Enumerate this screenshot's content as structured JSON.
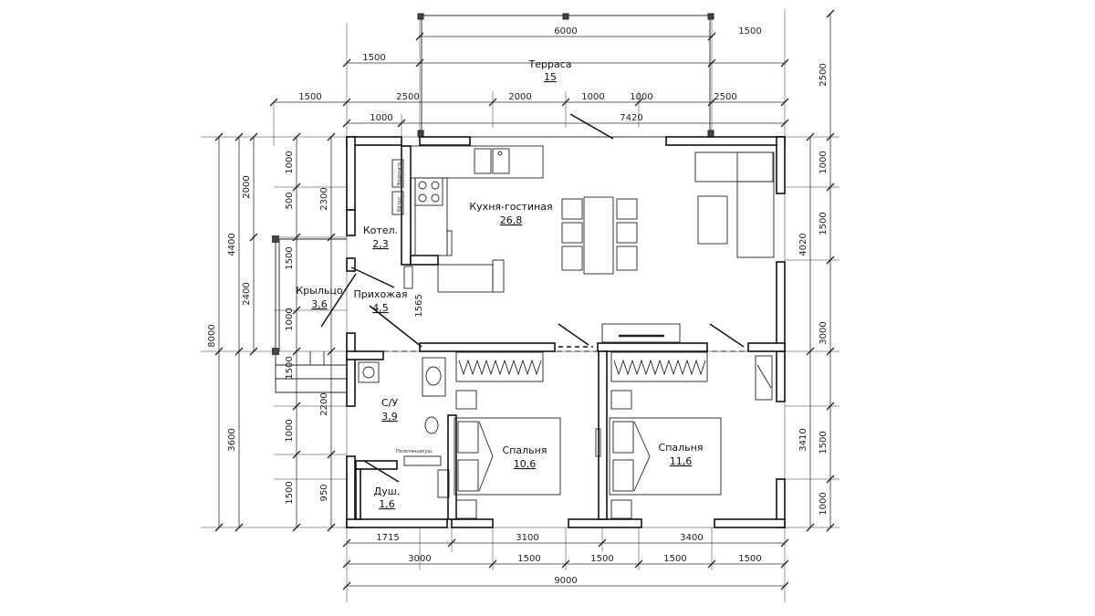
{
  "rooms": {
    "terrace": {
      "name": "Терраса",
      "area": "15"
    },
    "kitchen": {
      "name": "Кухня-гостиная",
      "area": "26,8"
    },
    "boiler": {
      "name": "Котел.",
      "area": "2,3"
    },
    "hall": {
      "name": "Прихожая",
      "area": "4,5"
    },
    "porch": {
      "name": "Крыльцо",
      "area": "3,6"
    },
    "bath": {
      "name": "С/У",
      "area": "3,9"
    },
    "shower": {
      "name": "Душ.",
      "area": "1,6"
    },
    "bedroom1": {
      "name": "Спальня",
      "area": "10,6"
    },
    "bedroom2": {
      "name": "Спальня",
      "area": "11,6"
    }
  },
  "fixtures": {
    "towel_rail": "Полотенцесуш.",
    "water_heater": "Водонагр.",
    "boiler_unit": "Котел"
  },
  "dimensions": {
    "top1": [
      "1500",
      "6000",
      "1500"
    ],
    "top2": [
      "1500",
      "2500",
      "2000",
      "1000",
      "1000",
      "2500"
    ],
    "top3": [
      "1000",
      "7420"
    ],
    "bottom1": [
      "1715",
      "3100",
      "3400"
    ],
    "bottom2": [
      "3000",
      "1500",
      "1500",
      "1500",
      "1500"
    ],
    "bottom3": "9000",
    "left_outer": [
      "4400",
      "3600"
    ],
    "left_total": "8000",
    "left_mid": [
      "2000",
      "2400"
    ],
    "left_inner": [
      "1000",
      "500",
      "1500",
      "1000",
      "1500",
      "1000",
      "1500"
    ],
    "left_inner2": [
      "2300",
      "2200",
      "950"
    ],
    "inner_1565": "1565",
    "right_outer": [
      "4020",
      "3410"
    ],
    "right_inner": [
      "1000",
      "1500",
      "3000",
      "1500",
      "1000"
    ],
    "terrace_right": "2500"
  }
}
